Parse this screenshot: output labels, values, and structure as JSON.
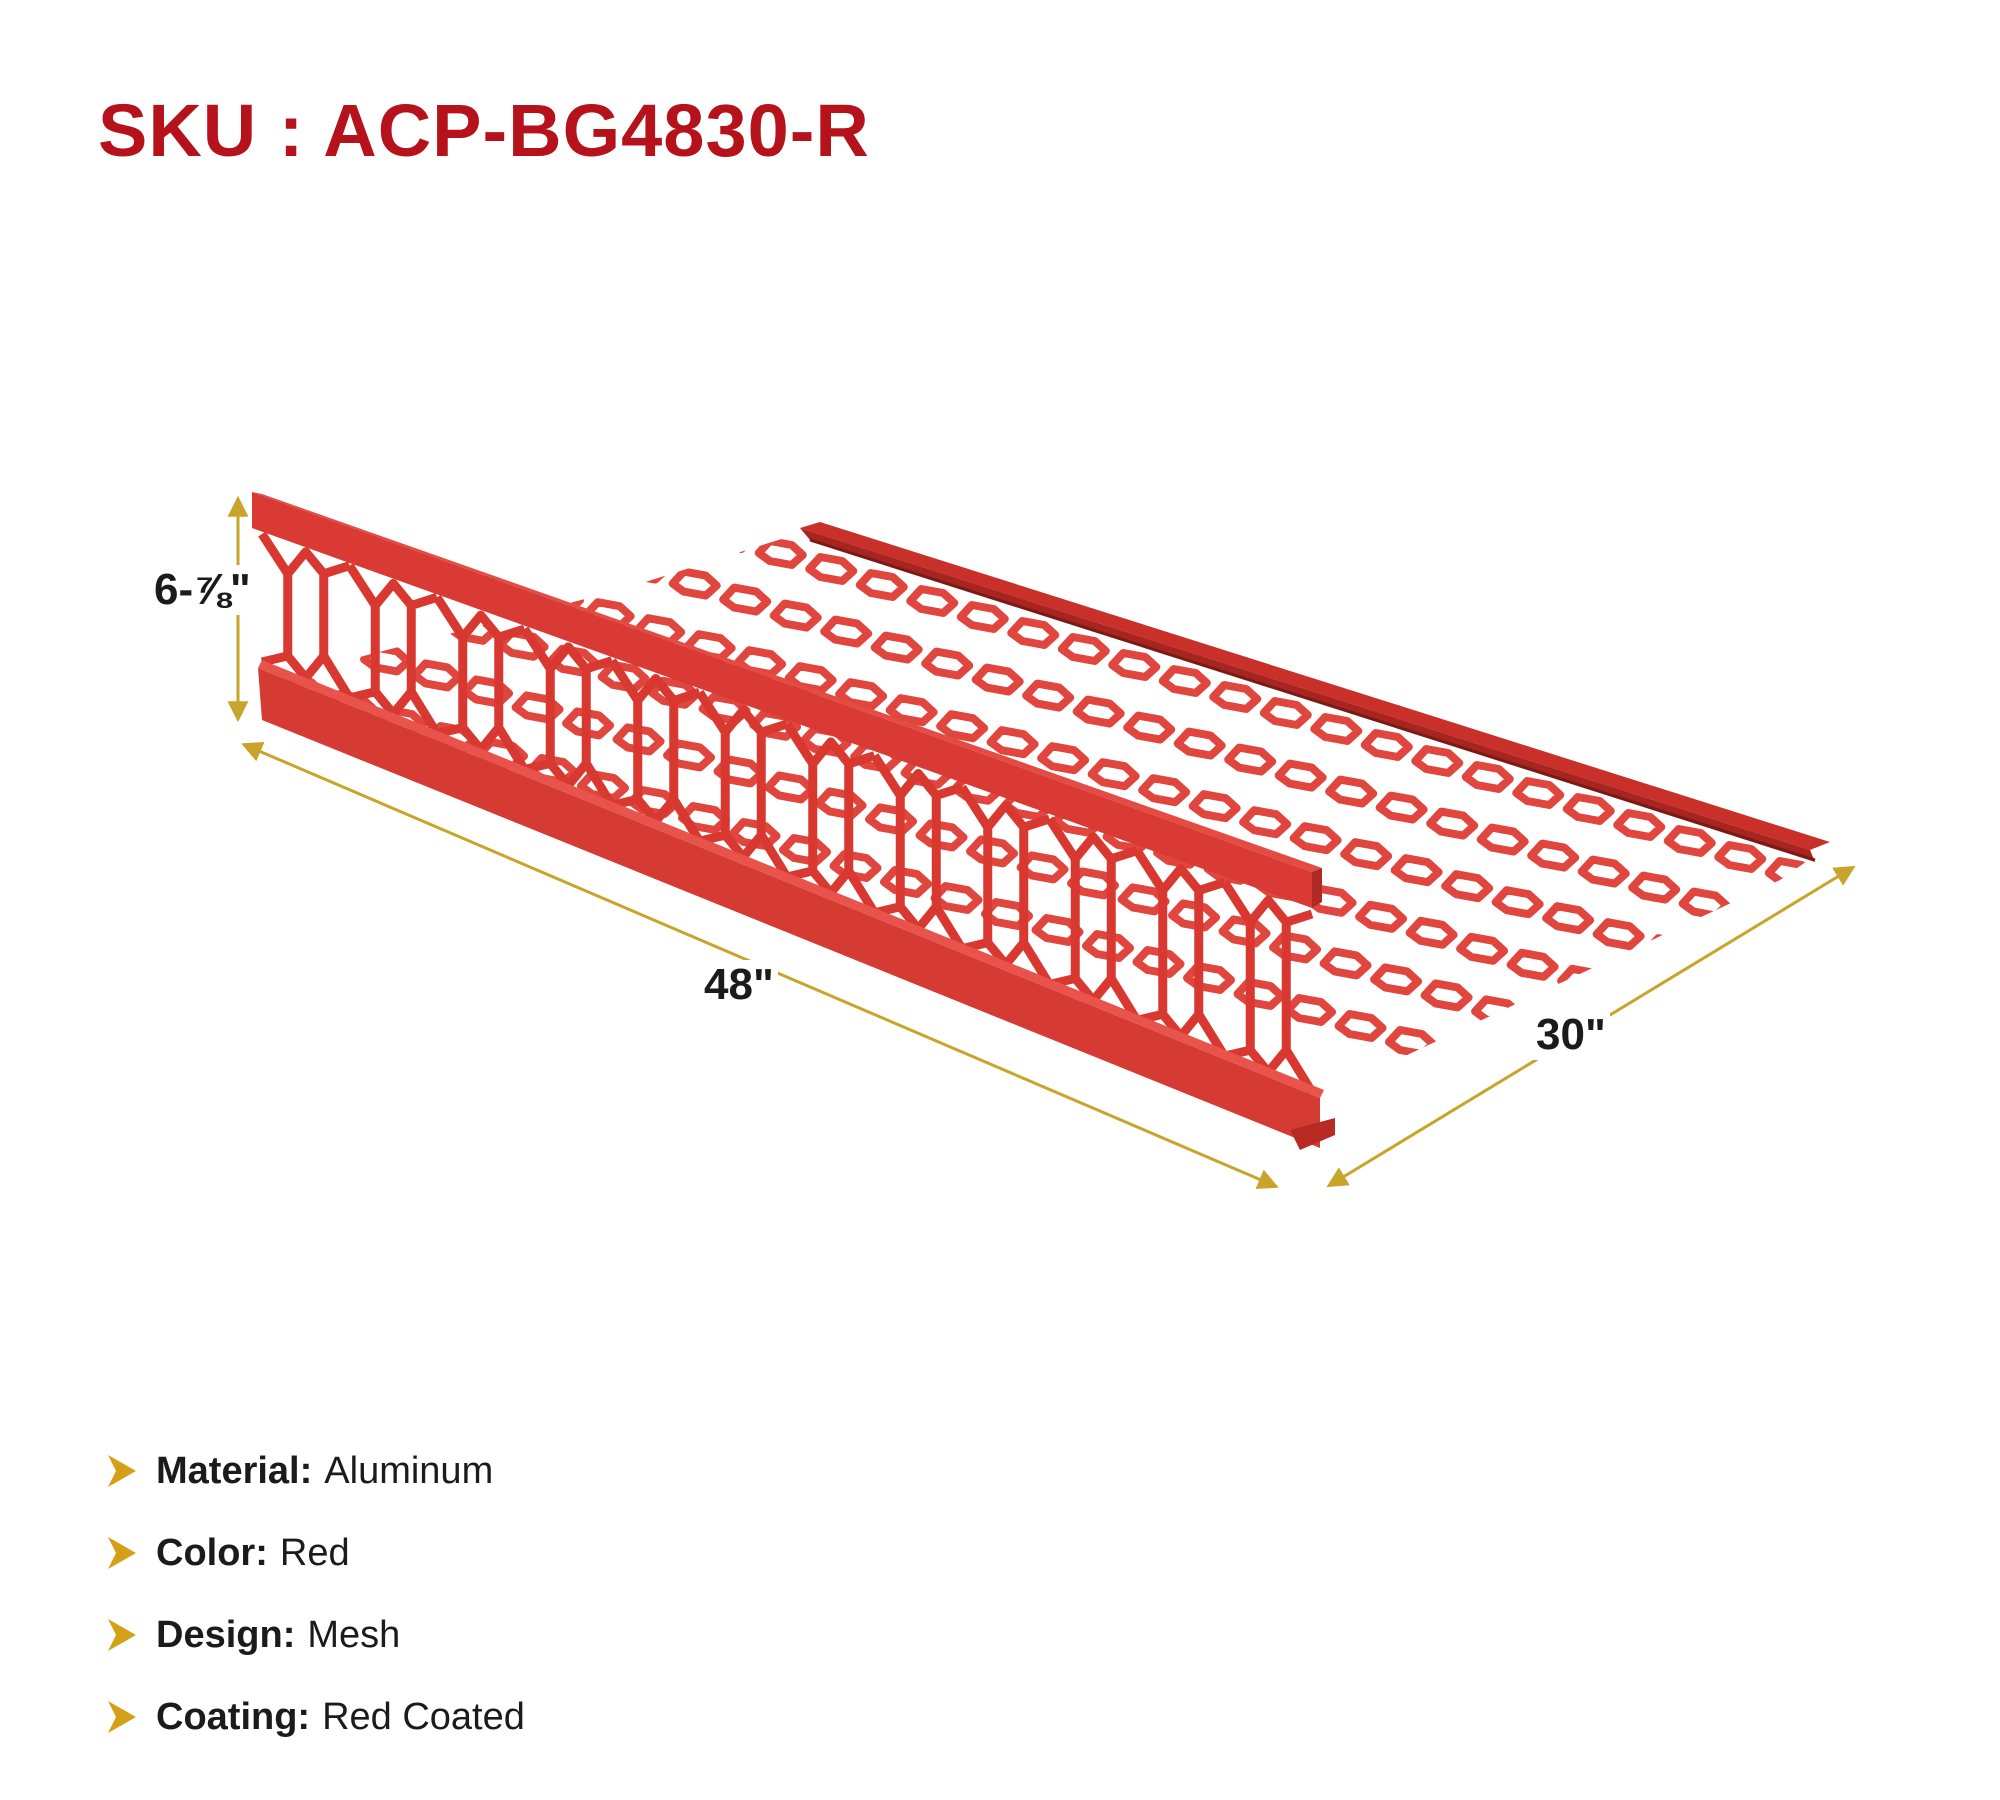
{
  "sku": "SKU : ACP-BG4830-R",
  "dimensions": {
    "height": "6-⅞\"",
    "length": "48\"",
    "width": "30\""
  },
  "specs": [
    {
      "label": "Material:",
      "value": " Aluminum"
    },
    {
      "label": "Color:",
      "value": "Red"
    },
    {
      "label": "Design:",
      "value": "Mesh"
    },
    {
      "label": "Coating:",
      "value": "Red Coated"
    }
  ],
  "colors": {
    "sku_text": "#b5121b",
    "product": "#dd3a33",
    "dimension_lines": "#c8a52a",
    "bullet": "#d4a017"
  }
}
